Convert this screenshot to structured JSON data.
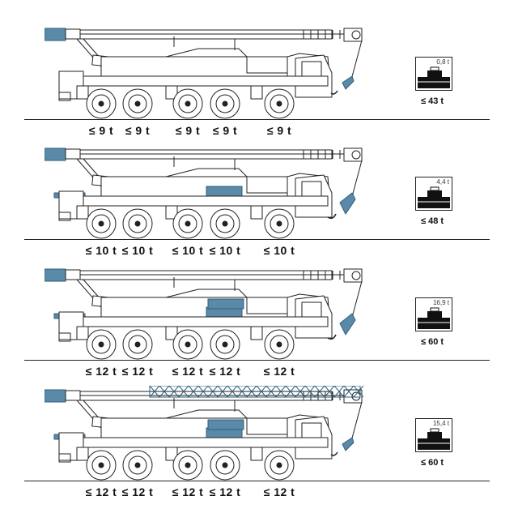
{
  "configurations": [
    {
      "id": "c1",
      "axle_loads": [
        "≤ 9 t",
        "≤ 9 t",
        "≤ 9 t",
        "≤ 9 t",
        "≤ 9 t"
      ],
      "ballast": "0,8 t",
      "total": "≤ 43 t",
      "counterweight_blocks": 0,
      "lattice_jib": false,
      "hook_block": "small"
    },
    {
      "id": "c2",
      "axle_loads": [
        "≤ 10 t",
        "≤ 10 t",
        "≤ 10 t",
        "≤ 10 t",
        "≤ 10 t"
      ],
      "ballast": "4,4 t",
      "total": "≤ 48 t",
      "counterweight_blocks": 1,
      "lattice_jib": false,
      "hook_block": "large"
    },
    {
      "id": "c3",
      "axle_loads": [
        "≤ 12 t",
        "≤ 12 t",
        "≤ 12 t",
        "≤ 12 t",
        "≤ 12 t"
      ],
      "ballast": "16,9 t",
      "total": "≤ 60 t",
      "counterweight_blocks": 2,
      "lattice_jib": false,
      "hook_block": "large"
    },
    {
      "id": "c4",
      "axle_loads": [
        "≤ 12 t",
        "≤ 12 t",
        "≤ 12 t",
        "≤ 12 t",
        "≤ 12 t"
      ],
      "ballast": "15,4 t",
      "total": "≤ 60 t",
      "counterweight_blocks": 2,
      "lattice_jib": true,
      "hook_block": "small"
    }
  ],
  "colors": {
    "line": "#222222",
    "accent": "#5a8aa8",
    "accent_dark": "#2f5f7f"
  }
}
